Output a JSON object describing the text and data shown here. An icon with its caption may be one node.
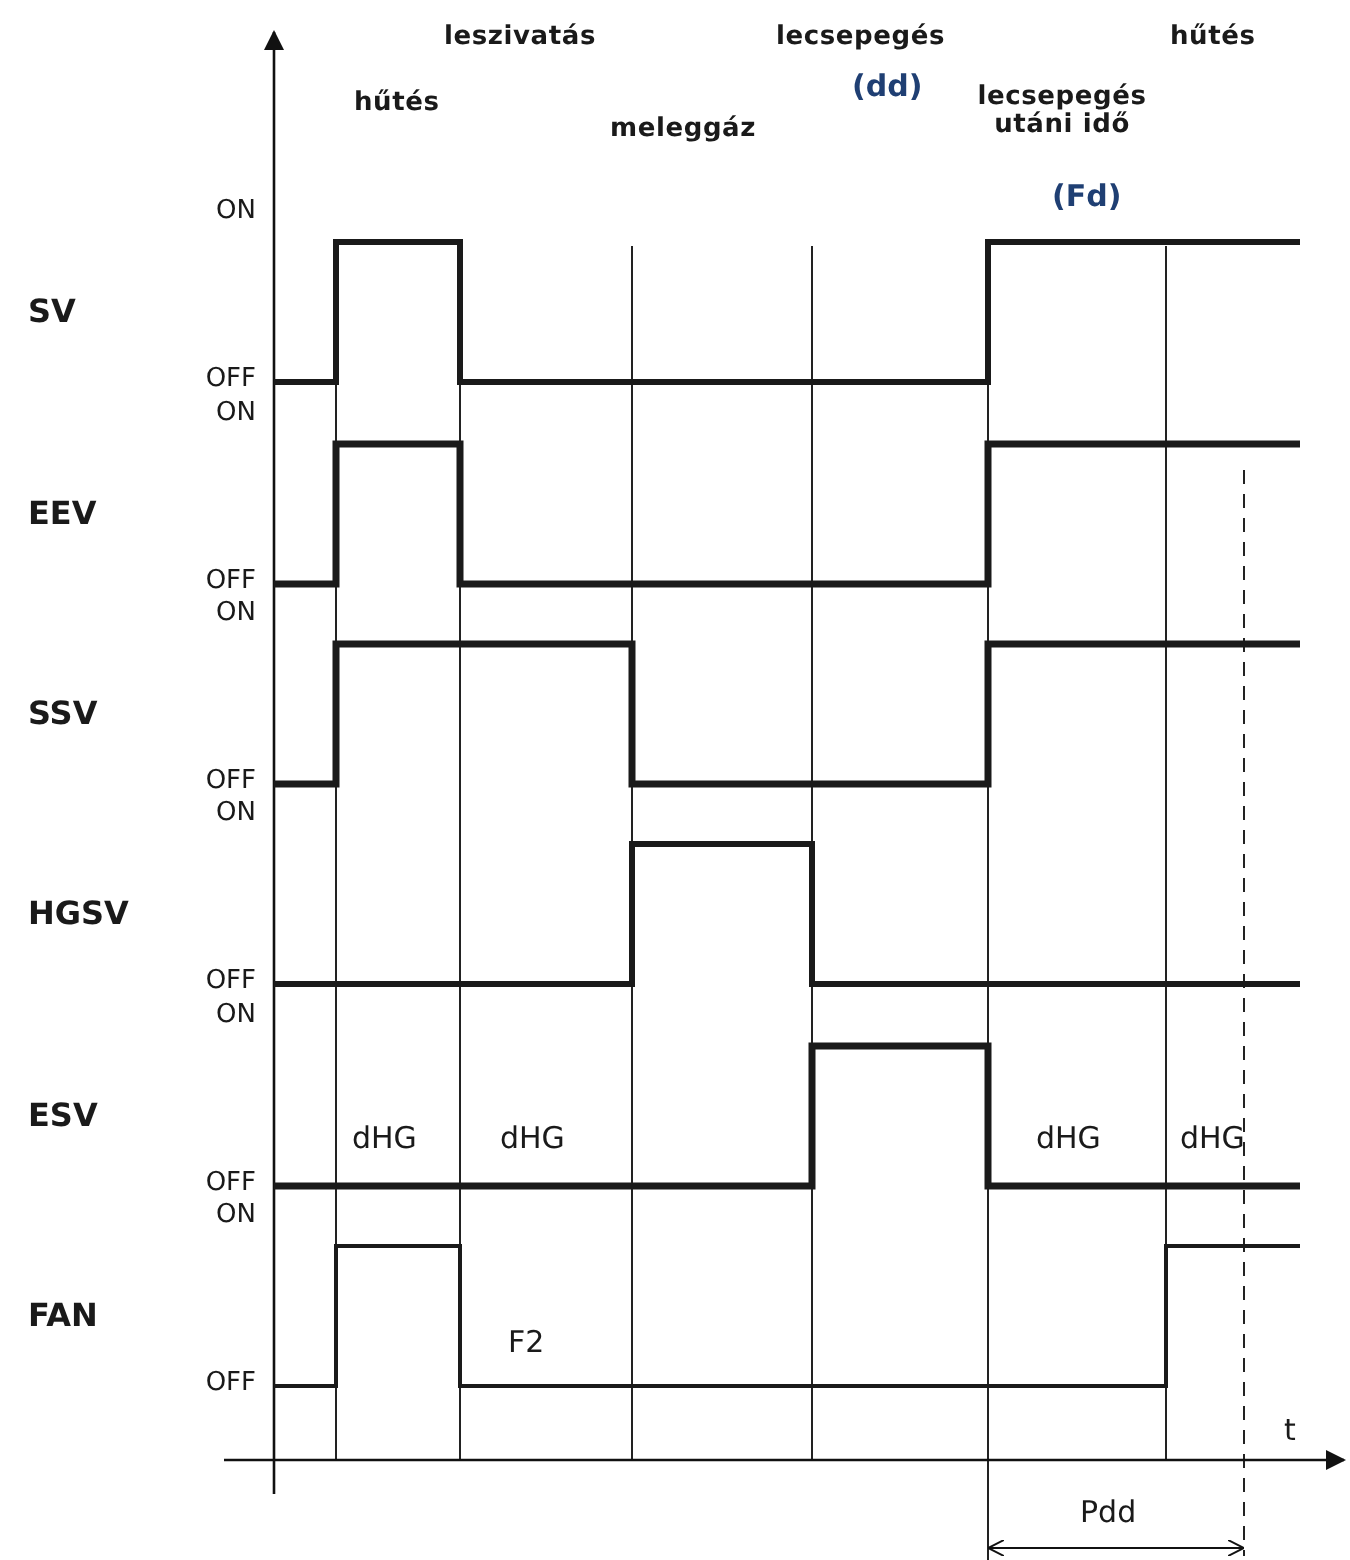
{
  "diagram": {
    "labels": [
      "leszivatás",
      "lecsepegés",
      "hűtés",
      "(dd)",
      "hűtés",
      "lecsepegés utáni idő",
      "meleggáz",
      "(Fd)",
      "ON",
      "SV",
      "OFF",
      "ON",
      "EEV",
      "OFF",
      "ON",
      "SSV",
      "OFF",
      "ON",
      "HGSV",
      "OFF",
      "ON",
      "ESV",
      "OFF",
      "ON",
      "FAN",
      "OFF",
      "dHG",
      "dHG",
      "dHG",
      "dHG",
      "F2",
      "t",
      "Pdd"
    ]
  }
}
